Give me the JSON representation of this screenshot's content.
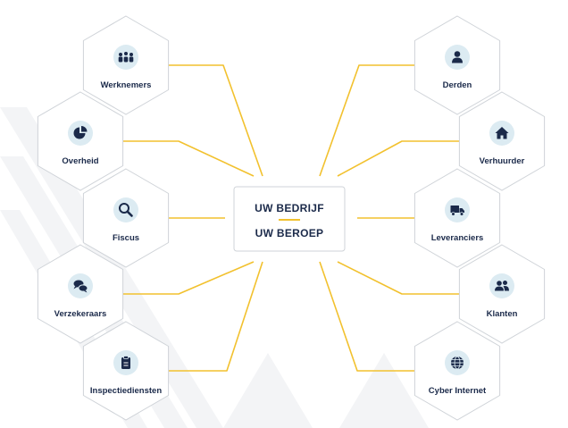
{
  "center": {
    "line1": "UW BEDRIJF",
    "line2": "UW BEROEP"
  },
  "colors": {
    "navy": "#1b2a4a",
    "accent": "#f2c12e",
    "icon_bg": "#dcebf2",
    "hex_stroke": "#cfd3d8",
    "watermark": "#f3f4f6"
  },
  "nodes": [
    {
      "label": "Werknemers",
      "icon": "people-group-icon"
    },
    {
      "label": "Overheid",
      "icon": "pie-chart-icon"
    },
    {
      "label": "Fiscus",
      "icon": "magnifier-icon"
    },
    {
      "label": "Verzekeraars",
      "icon": "chat-bubbles-icon"
    },
    {
      "label": "Inspectiediensten",
      "icon": "clipboard-icon"
    },
    {
      "label": "Derden",
      "icon": "person-icon"
    },
    {
      "label": "Verhuurder",
      "icon": "house-icon"
    },
    {
      "label": "Leveranciers",
      "icon": "truck-icon"
    },
    {
      "label": "Klanten",
      "icon": "users-icon"
    },
    {
      "label": "Cyber Internet",
      "icon": "globe-icon"
    }
  ]
}
